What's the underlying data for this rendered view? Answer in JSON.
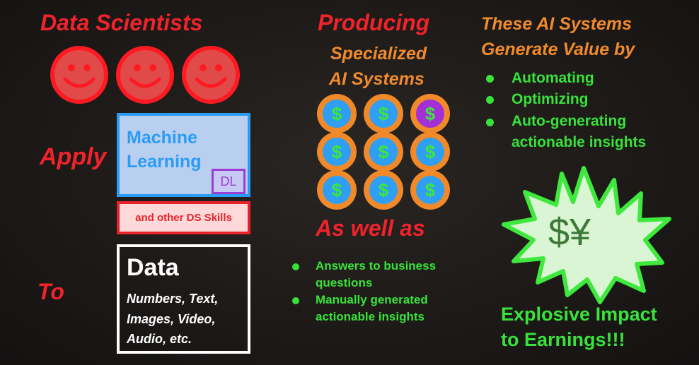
{
  "headers": {
    "data_scientists": "Data Scientists",
    "producing": "Producing",
    "specialized_1": "Specialized",
    "specialized_2": "AI Systems",
    "these_1": "These AI Systems",
    "these_2": "Generate Value by"
  },
  "left": {
    "apply": "Apply",
    "to": "To",
    "ml_title": "Machine Learning",
    "dl": "DL",
    "ds_skills": "and other DS Skills",
    "data_title": "Data",
    "data_lines": [
      "Numbers, Text,",
      "Images, Video,",
      "Audio, etc."
    ]
  },
  "middle": {
    "coin_symbol": "$",
    "coin_count": 9,
    "highlighted_coin_index": 2,
    "as_well_as": "As well as",
    "bullets": [
      [
        "Answers to business",
        "questions"
      ],
      [
        "Manually generated",
        "actionable insights"
      ]
    ]
  },
  "right": {
    "bullets": [
      "Automating",
      "Optimizing",
      "Auto-generating",
      "actionable insights"
    ],
    "burst_text": "$¥",
    "impact_1": "Explosive Impact",
    "impact_2": "to Earnings!!!"
  },
  "colors": {
    "red": "#f0232b",
    "orange": "#f08a2c",
    "green": "#38e23a",
    "blue": "#2a9cf5",
    "purple": "#9b3fd4",
    "background": "#1d1a18"
  },
  "icons": {
    "smiley": "smiley-face-icon",
    "coin": "dollar-coin-icon",
    "burst": "starburst-icon"
  }
}
